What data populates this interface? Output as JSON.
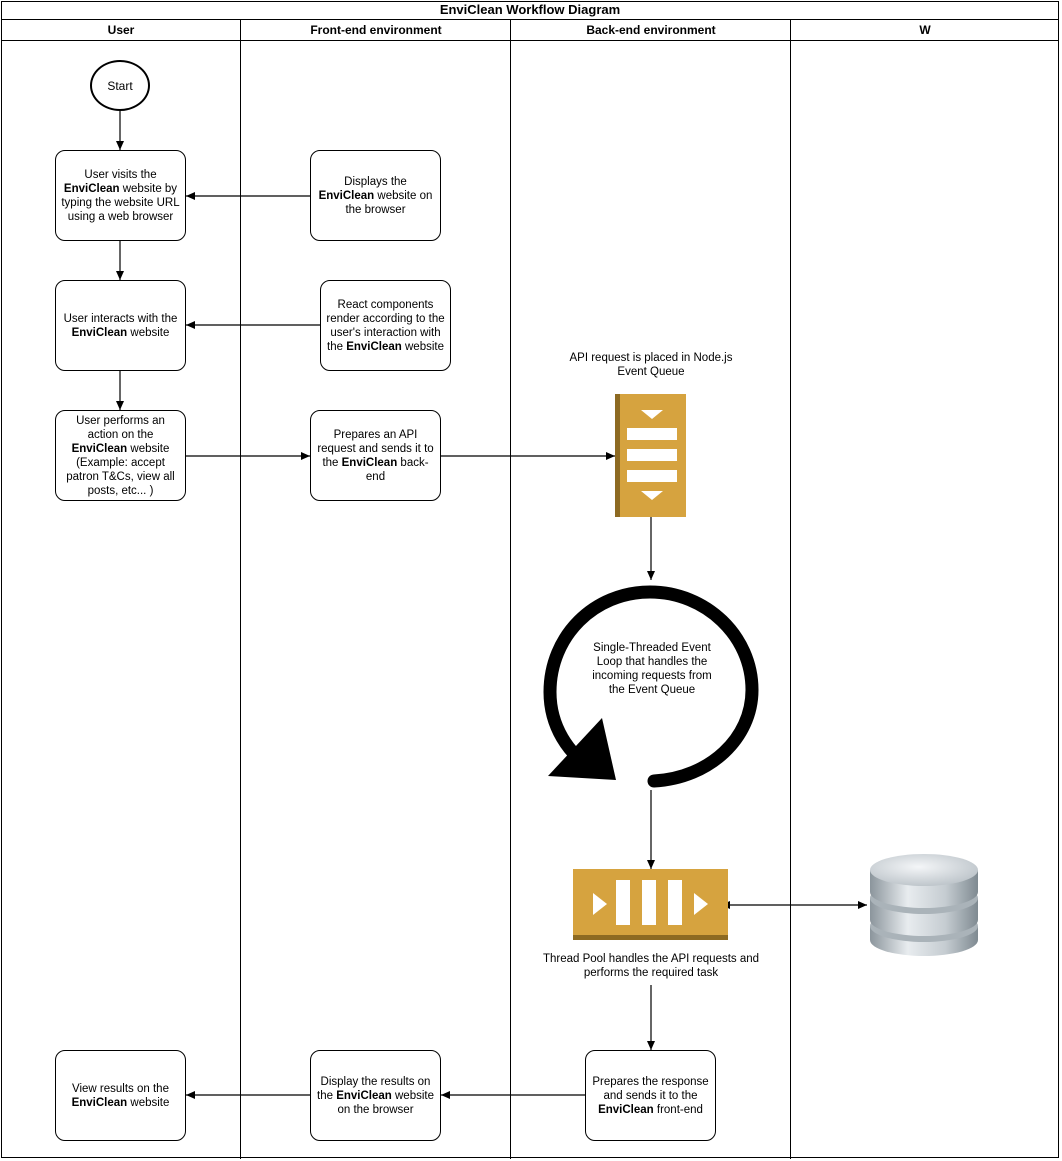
{
  "title": "EnviClean Workflow Diagram",
  "lanes": [
    "User",
    "Front-end environment",
    "Back-end environment",
    "W"
  ],
  "start": "Start",
  "nodes": {
    "user_visit": [
      "User visits the ",
      "EnviClean",
      " website by typing the website URL using a web browser"
    ],
    "user_interact": [
      "User interacts with the ",
      "EnviClean",
      " website"
    ],
    "user_action": [
      "User performs an action on the ",
      "EnviClean",
      " website (Example: accept patron T&Cs, view all posts, etc... )"
    ],
    "user_view": [
      "View results on the ",
      "EnviClean",
      " website"
    ],
    "fe_display": [
      "Displays the ",
      "EnviClean",
      " website on the browser"
    ],
    "fe_react": [
      "React components render according to the user's interaction with the ",
      "EnviClean",
      " website"
    ],
    "fe_prepare": [
      "Prepares an API request and sends it to the ",
      "EnviClean",
      " back-end"
    ],
    "fe_display_results": [
      "Display the results on the ",
      "EnviClean",
      " website on the browser"
    ],
    "be_response": [
      "Prepares the response and sends it to the ",
      "EnviClean",
      " front-end"
    ]
  },
  "labels": {
    "event_queue": "API request is placed in Node.js Event Queue",
    "event_loop": "Single-Threaded Event Loop that handles the incoming requests from the Event Queue",
    "thread_pool": "Thread Pool handles the API requests and performs the required task"
  },
  "colors": {
    "queue": "#d6a33f",
    "queue_dark": "#8d6a22",
    "line": "#000000",
    "db_light": "#e8ecef",
    "db_dark": "#8b959c"
  },
  "icons": [
    "event-queue-icon",
    "event-loop-icon",
    "thread-pool-icon",
    "database-icon"
  ]
}
